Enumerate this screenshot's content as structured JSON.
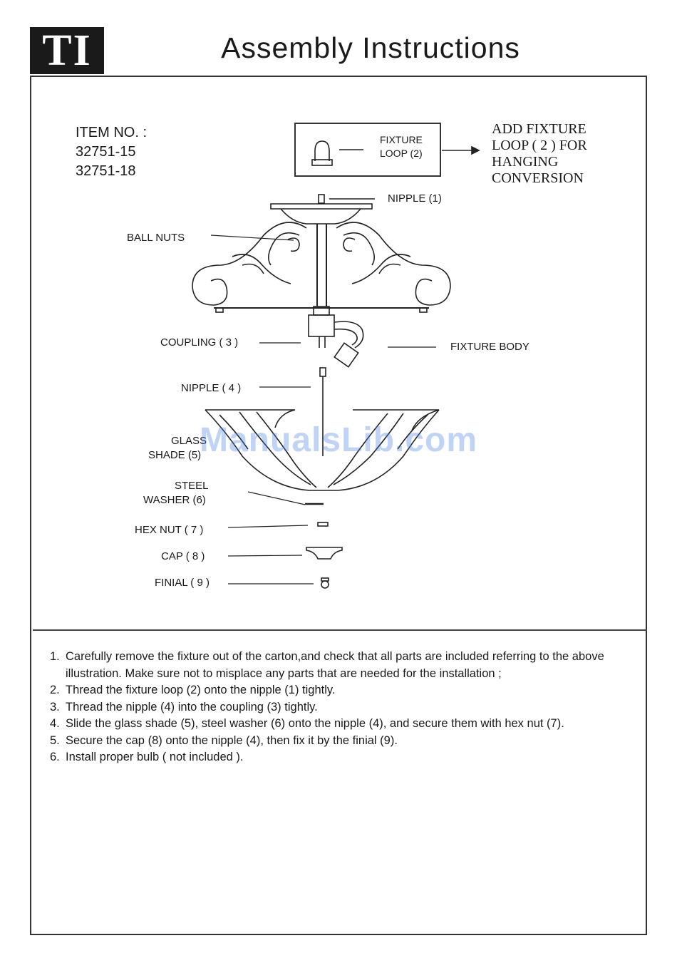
{
  "header": {
    "logo_text": "TI",
    "title": "Assembly  Instructions"
  },
  "item_no": {
    "label": "ITEM NO. :",
    "numbers": [
      "32751-15",
      "32751-18"
    ]
  },
  "diagram": {
    "fixture_loop": [
      "FIXTURE",
      "LOOP (2)"
    ],
    "hanging_note": [
      "ADD  FIXTURE",
      "LOOP  ( 2 ) FOR",
      "HANGING",
      "CONVERSION"
    ],
    "parts": {
      "nipple_1": "NIPPLE  (1)",
      "ball_nuts": "BALL NUTS",
      "coupling_3": "COUPLING ( 3 )",
      "fixture_body": "FIXTURE BODY",
      "nipple_4": "NIPPLE ( 4 )",
      "glass_shade": [
        "GLASS",
        "SHADE  (5)"
      ],
      "steel_washer": [
        "STEEL",
        "WASHER (6)"
      ],
      "hex_nut": "HEX NUT  ( 7 )",
      "cap": "CAP  ( 8 )",
      "finial": "FINIAL ( 9 )"
    },
    "watermark": "ManualsLib.com"
  },
  "steps": [
    {
      "num": "1.",
      "text": "Carefully remove the fixture out of the carton,and check that all parts are included referring to the above illustration. Make sure not to misplace any parts that are needed for the installation ;"
    },
    {
      "num": "2.",
      "text": "Thread the fixture loop (2) onto the nipple (1) tightly."
    },
    {
      "num": "3.",
      "text": "Thread the nipple (4) into the coupling (3) tightly."
    },
    {
      "num": "4.",
      "text": "Slide the glass shade (5), steel washer (6) onto the nipple (4), and secure them with hex nut (7)."
    },
    {
      "num": "5.",
      "text": "Secure the cap (8) onto the nipple (4), then fix it by the finial (9)."
    },
    {
      "num": "6.",
      "text": " Install proper bulb ( not included )."
    }
  ]
}
